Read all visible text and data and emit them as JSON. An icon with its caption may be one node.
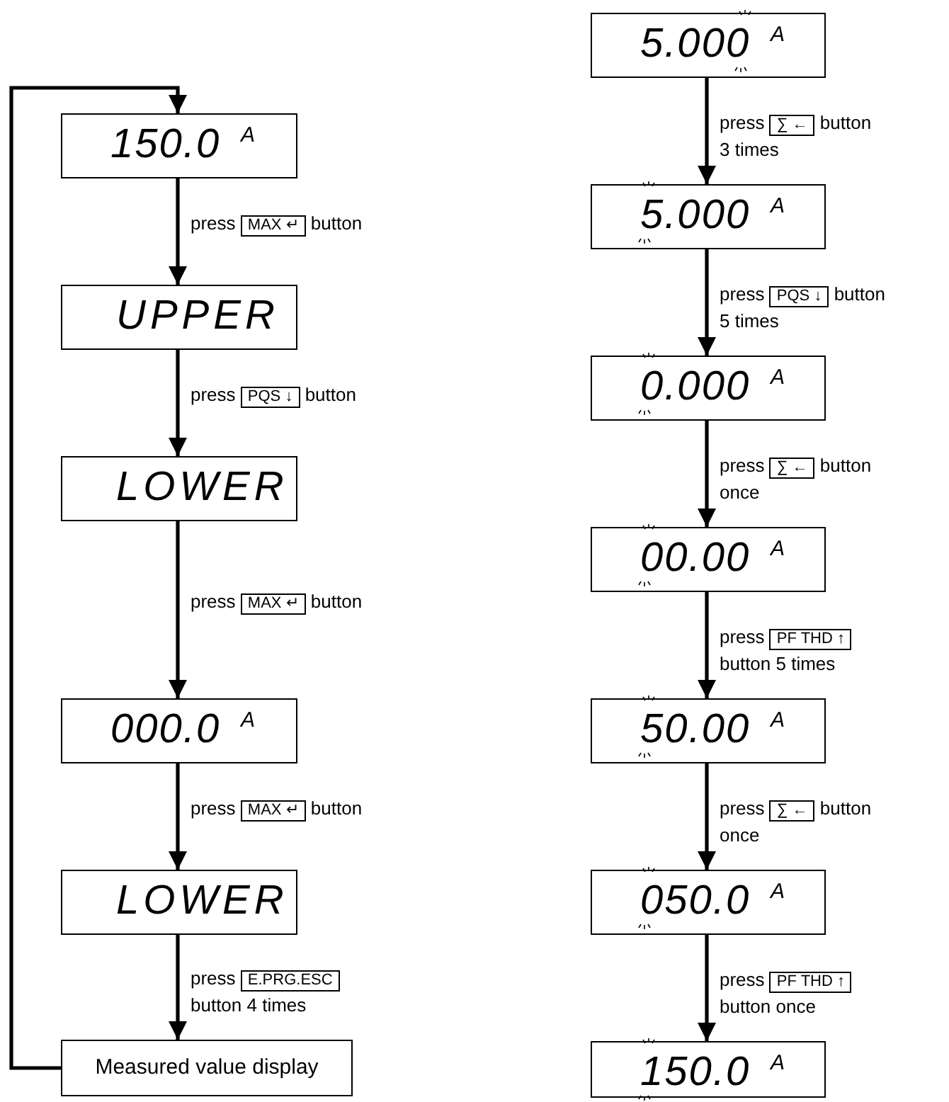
{
  "diagram": {
    "nodes": [
      {
        "text": [
          "150.0",
          "A"
        ]
      },
      {
        "text": [
          "UPPER"
        ]
      },
      {
        "text": [
          "LOWER"
        ]
      },
      {
        "text": [
          "000.0",
          "A"
        ]
      },
      {
        "text": [
          "LOWER"
        ]
      },
      {
        "text": [
          "Measured value display"
        ]
      },
      {
        "text": [
          "5.000",
          "A"
        ]
      },
      {
        "text": [
          "5.000",
          "A"
        ]
      },
      {
        "text": [
          "0.000",
          "A"
        ]
      },
      {
        "text": [
          "00.00",
          "A"
        ]
      },
      {
        "text": [
          "50.00",
          "A"
        ]
      },
      {
        "text": [
          "050.0",
          "A"
        ]
      },
      {
        "text": [
          "150.0",
          "A"
        ]
      }
    ],
    "edges": [
      {
        "from": 0,
        "to": 1,
        "arrow": "to",
        "label": "press **MAX ↵** button"
      },
      {
        "from": 1,
        "to": 2,
        "arrow": "to",
        "label": "press **PQS ↓** button"
      },
      {
        "from": 2,
        "to": 3,
        "arrow": "to",
        "label": "press **MAX ↵** button"
      },
      {
        "from": 3,
        "to": 4,
        "arrow": "to",
        "label": "press **MAX ↵** button"
      },
      {
        "from": 4,
        "to": 5,
        "arrow": "to",
        "label": "press **E.PRG.ESC** button 4 times"
      },
      {
        "from": 5,
        "to": 0,
        "arrow": "to"
      },
      {
        "from": 6,
        "to": 7,
        "arrow": "to",
        "label": "press **∑ ←** button 3 times"
      },
      {
        "from": 7,
        "to": 8,
        "arrow": "to",
        "label": "press **PQS ↓** button 5 times"
      },
      {
        "from": 8,
        "to": 9,
        "arrow": "to",
        "label": "press **∑ ←** button once"
      },
      {
        "from": 9,
        "to": 10,
        "arrow": "to",
        "label": "press **PF THD ↑** button 5 times"
      },
      {
        "from": 10,
        "to": 11,
        "arrow": "to",
        "label": "press **∑ ←** button once"
      },
      {
        "from": 11,
        "to": 12,
        "arrow": "to",
        "label": "press **PF THD ↑** button once"
      }
    ]
  }
}
